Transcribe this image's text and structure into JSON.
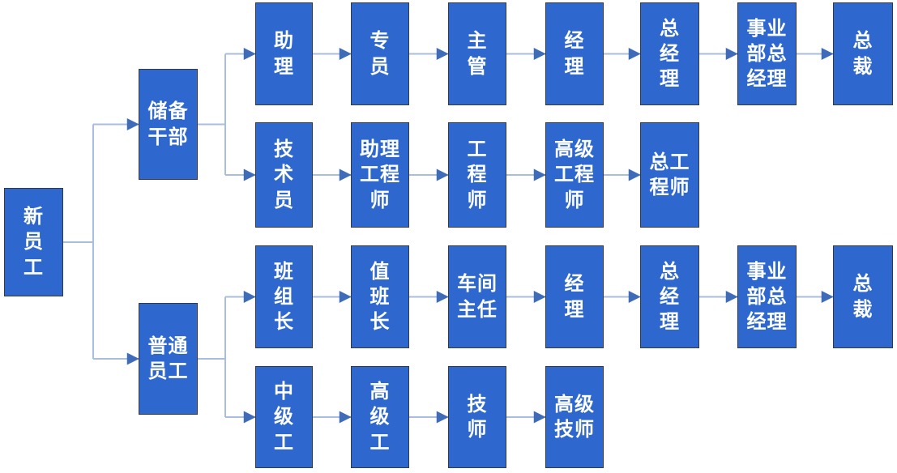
{
  "colors": {
    "background": "#FFFFFF",
    "node_fill": "#2E68CE",
    "node_border": "#353A40",
    "node_text": "#FFFFFF",
    "connector_line": "#A9BDDE",
    "arrowhead": "#3F6CB9"
  },
  "nodes": {
    "root": {
      "label": "新\n员\n工"
    },
    "branches": {
      "reserve": {
        "label": "储备\n干部"
      },
      "ordinary": {
        "label": "普通\n员工"
      }
    },
    "row1": [
      {
        "label": "助\n理"
      },
      {
        "label": "专\n员"
      },
      {
        "label": "主\n管"
      },
      {
        "label": "经\n理"
      },
      {
        "label": "总\n经\n理"
      },
      {
        "label": "事业\n部总\n经理"
      },
      {
        "label": "总\n裁"
      }
    ],
    "row2": [
      {
        "label": "技\n术\n员"
      },
      {
        "label": "助理\n工程\n师"
      },
      {
        "label": "工\n程\n师"
      },
      {
        "label": "高级\n工程\n师"
      },
      {
        "label": "总工\n程师"
      }
    ],
    "row3": [
      {
        "label": "班\n组\n长"
      },
      {
        "label": "值\n班\n长"
      },
      {
        "label": "车间\n主任"
      },
      {
        "label": "经\n理"
      },
      {
        "label": "总\n经\n理"
      },
      {
        "label": "事业\n部总\n经理"
      },
      {
        "label": "总\n裁"
      }
    ],
    "row4": [
      {
        "label": "中\n级\n工"
      },
      {
        "label": "高\n级\n工"
      },
      {
        "label": "技\n师"
      },
      {
        "label": "高级\n技师"
      }
    ]
  }
}
